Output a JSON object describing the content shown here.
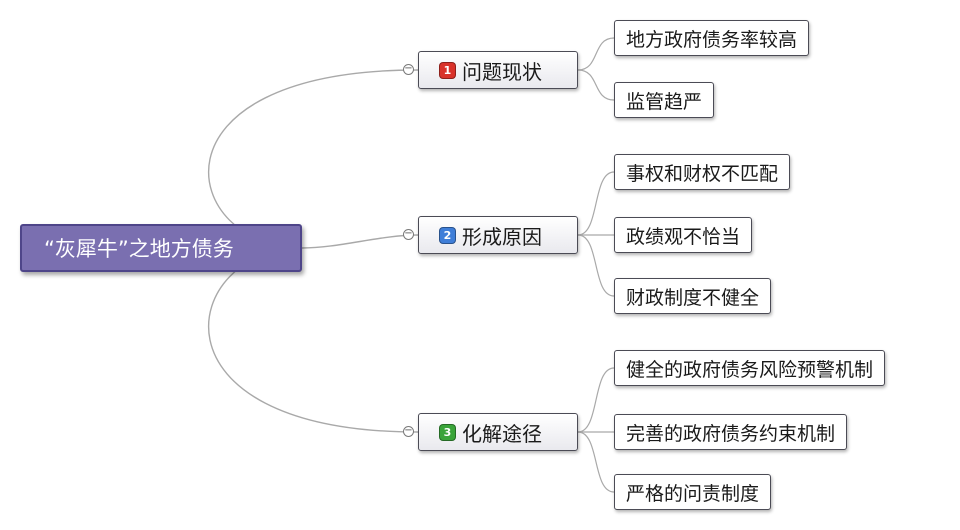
{
  "mindmap": {
    "central_topic": "“灰犀牛”之地方债务",
    "branches": [
      {
        "number": "1",
        "label": "问题现状",
        "badge_color": "#d9322a",
        "children": [
          "地方政府债务率较高",
          "监管趋严"
        ]
      },
      {
        "number": "2",
        "label": "形成原因",
        "badge_color": "#3f7ed8",
        "children": [
          "事权和财权不匹配",
          "政绩观不恰当",
          "财政制度不健全"
        ]
      },
      {
        "number": "3",
        "label": "化解途径",
        "badge_color": "#3aa43a",
        "children": [
          "健全的政府债务风险预警机制",
          "完善的政府债务约束机制",
          "严格的问责制度"
        ]
      }
    ],
    "line_color": "#a9a9a9"
  }
}
